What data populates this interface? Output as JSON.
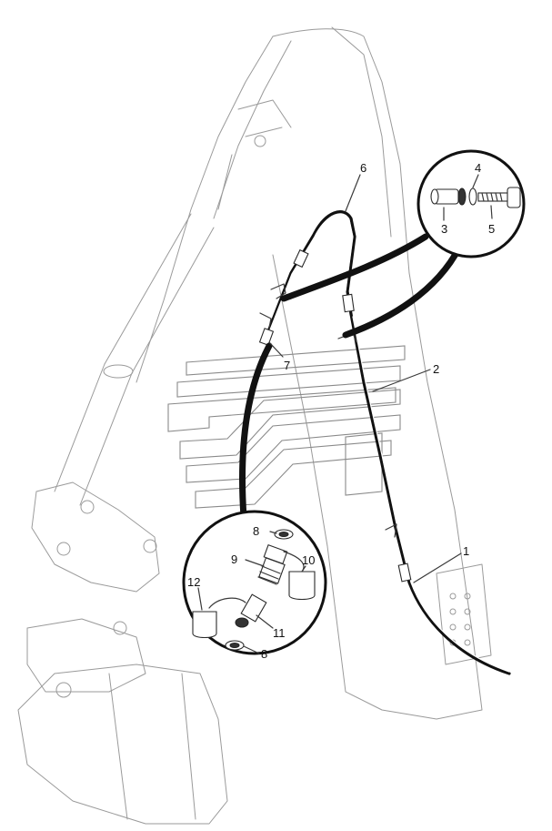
{
  "diagram": {
    "callouts": [
      {
        "id": "1",
        "label": "1"
      },
      {
        "id": "2",
        "label": "2"
      },
      {
        "id": "3",
        "label": "3"
      },
      {
        "id": "4",
        "label": "4"
      },
      {
        "id": "5",
        "label": "5"
      },
      {
        "id": "6",
        "label": "6"
      },
      {
        "id": "7",
        "label": "7"
      },
      {
        "id": "8a",
        "label": "8"
      },
      {
        "id": "8b",
        "label": "8"
      },
      {
        "id": "9",
        "label": "9"
      },
      {
        "id": "10",
        "label": "10"
      },
      {
        "id": "11",
        "label": "11"
      },
      {
        "id": "12",
        "label": "12"
      }
    ],
    "colors": {
      "line": "#3a3a3a",
      "hose": "#111111",
      "background": "#ffffff",
      "watermark": "#8a8a8a"
    }
  }
}
